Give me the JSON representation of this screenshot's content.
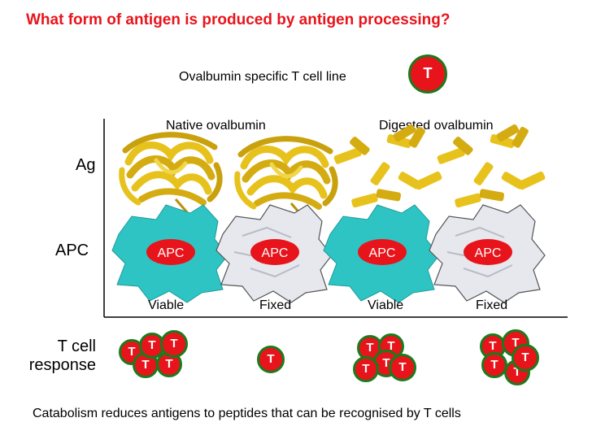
{
  "title": "What form of antigen is produced by antigen processing?",
  "t_line_label": "Ovalbumin specific T cell line",
  "t_symbol": "T",
  "column_groups": [
    "Native ovalbumin",
    "Digested ovalbumin"
  ],
  "row_labels": {
    "ag": "Ag",
    "apc": "APC",
    "t_cell_line1": "T cell",
    "t_cell_line2": "response"
  },
  "apc_label": "APC",
  "apc_states": [
    "Viable",
    "Fixed",
    "Viable",
    "Fixed"
  ],
  "footer": "Catabolism reduces antigens to peptides that can be recognised by T cells",
  "colors": {
    "title": "#e8141b",
    "t_cell_fill": "#e8141b",
    "t_cell_ring": "#1c7a1c",
    "apc_viable": "#2fc4c4",
    "apc_fixed": "#e6e8ee",
    "ovalbumin": "#e8c21c"
  }
}
